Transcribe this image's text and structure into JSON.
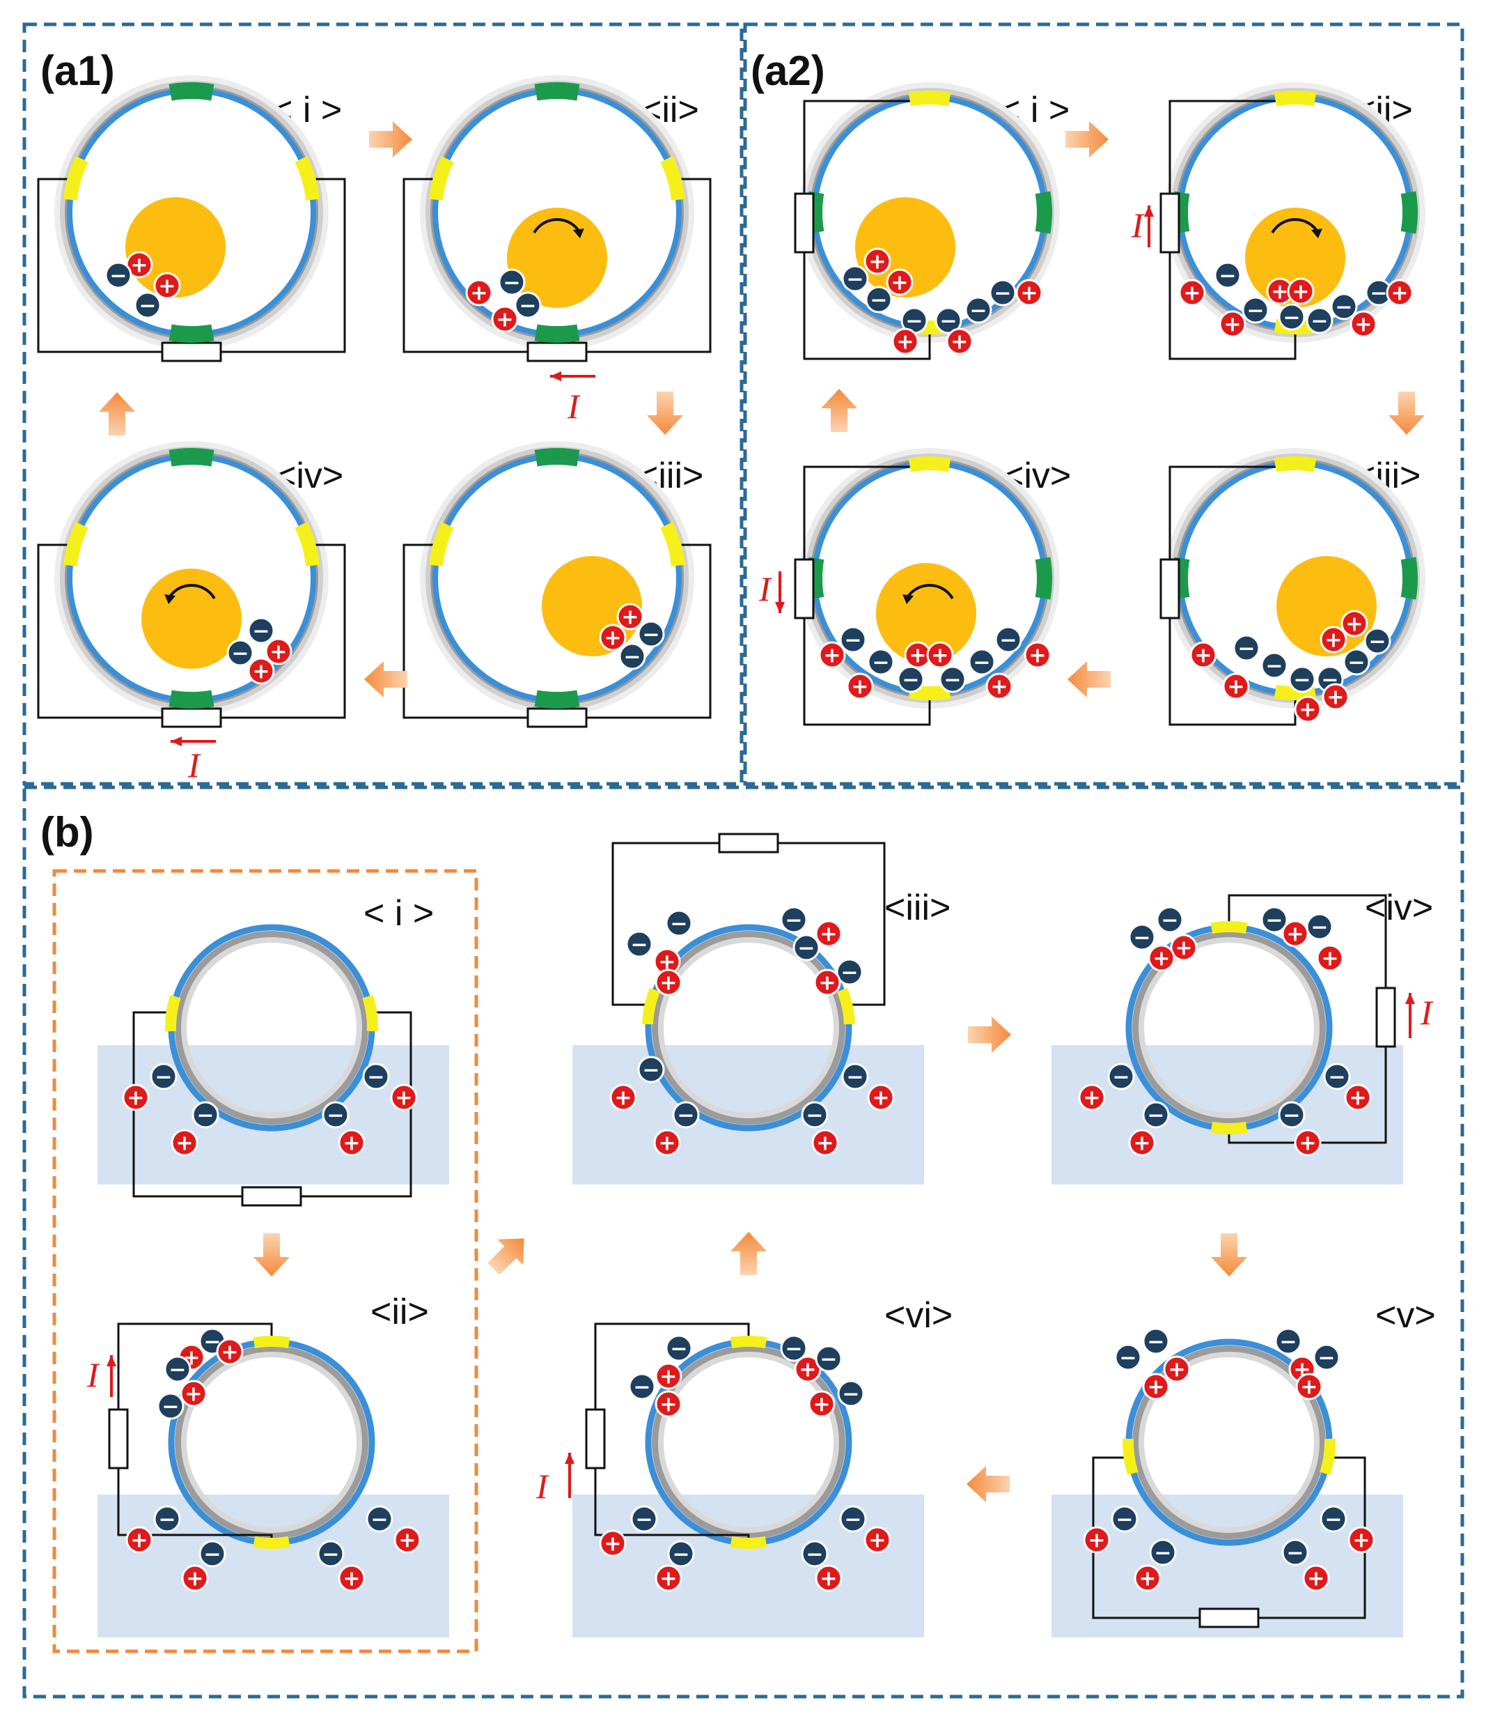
{
  "panels": {
    "a1": "(a1)",
    "a2": "(a2)",
    "b": "(b)"
  },
  "steps": {
    "i": "< i >",
    "ii": "<ii>",
    "iii": "<iii>",
    "iv": "<iv>",
    "v": "<v>",
    "vi": "<vi>"
  },
  "current_symbol": "I",
  "charge_symbols": {
    "positive": "+",
    "negative": "−"
  },
  "colors": {
    "border": "#2a6a96",
    "highlight_border": "#f08a3c",
    "tube": "#3a8fd8",
    "ring_gray": "#9a9a9a",
    "ball": "#fdbd10",
    "green_electrode": "#1b9a4c",
    "yellow_electrode": "#f5f01a",
    "positive": "#e0191b",
    "negative": "#1e3f5e",
    "arrow": "#f8a060",
    "water": "#d4e2f1",
    "current": "#e0191b"
  }
}
